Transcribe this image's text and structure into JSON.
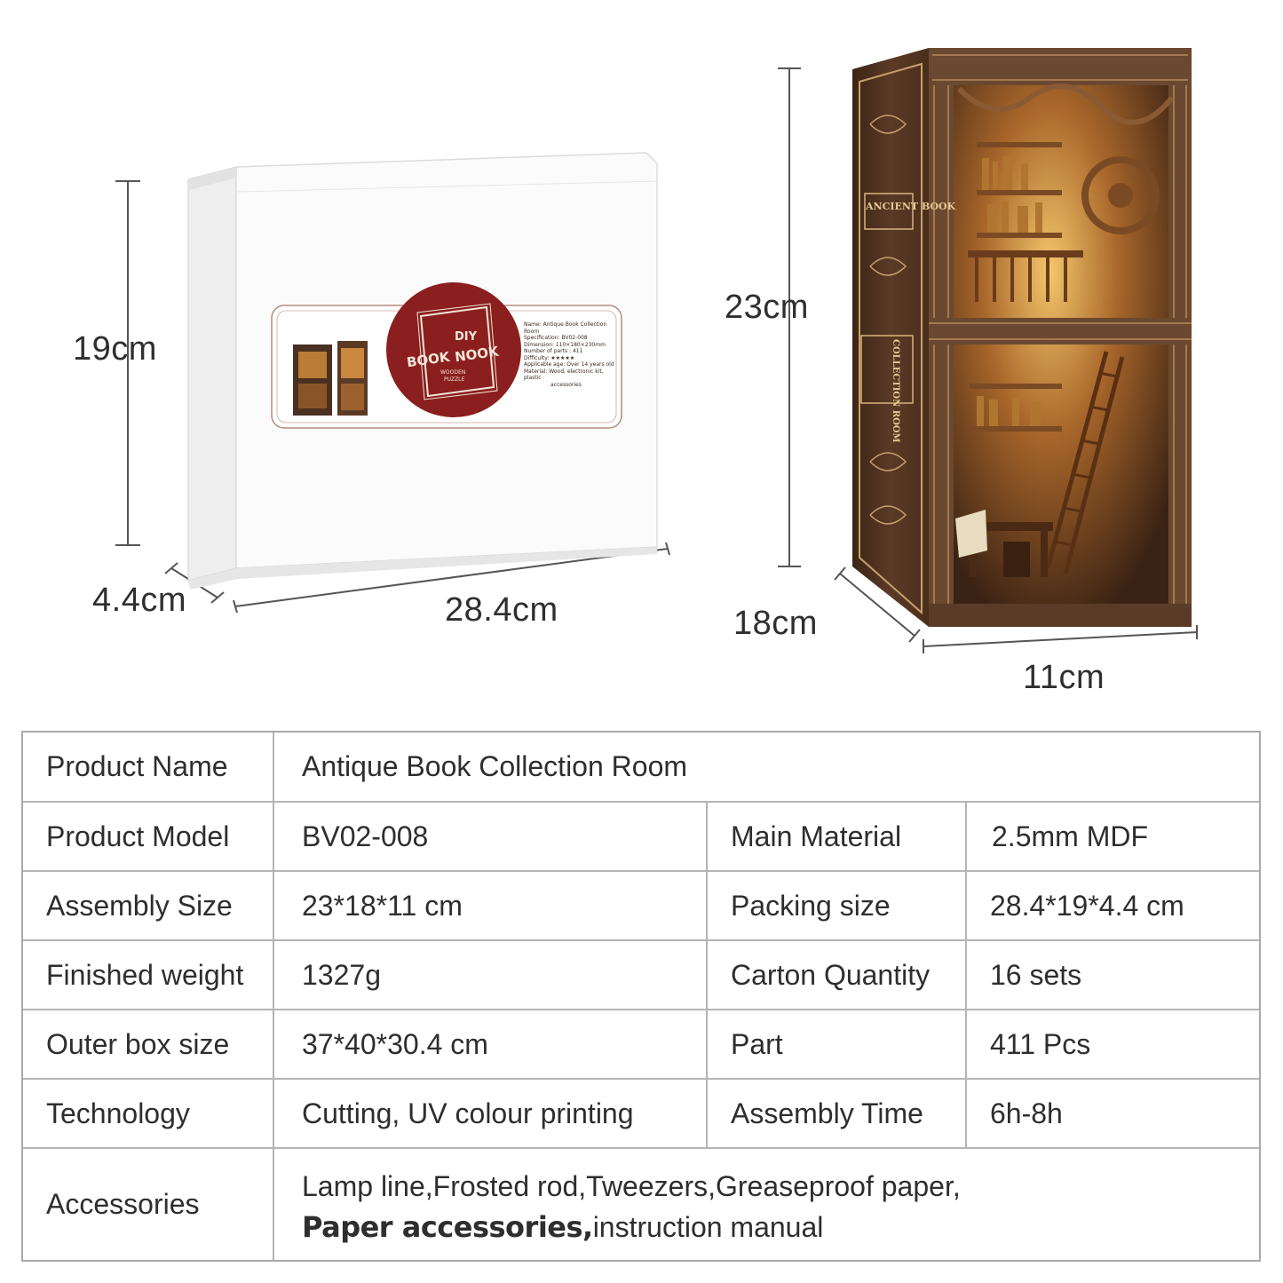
{
  "dimensions": {
    "box_height": "19cm",
    "box_depth": "4.4cm",
    "box_width": "28.4cm",
    "nook_height": "23cm",
    "nook_depth": "18cm",
    "nook_width": "11cm"
  },
  "box_label": {
    "logo_top": "DIY",
    "logo_main_1": "BOOK",
    "logo_main_2": "NOOK",
    "logo_sub_1": "WOODEN",
    "logo_sub_2": "PUZZLE",
    "spec_lines": [
      "Name: Antique Book Collection Room",
      "Specification:  BV02-008",
      "Dimension:  110×180×230mm",
      "Number of parts : 411",
      "Difficulty:  ★★★★★",
      "Applicable age:  Over 14 years old",
      "Material: Wood, electronic kit, plastic",
      "accessories"
    ]
  },
  "nook_labels": {
    "upper": "ANCIENT BOOK",
    "lower": "COLLECTION ROOM"
  },
  "table": {
    "product_name_label": "Product Name",
    "product_name_value": "Antique Book Collection Room",
    "rows": [
      {
        "l1": "Product Model",
        "v1": "BV02-008",
        "l2": "Main Material",
        "v2": "2.5mm MDF"
      },
      {
        "l1": "Assembly Size",
        "v1": "23*18*11 cm",
        "l2": "Packing size",
        "v2": "28.4*19*4.4 cm"
      },
      {
        "l1": "Finished weight",
        "v1": "1327g",
        "l2": "Carton Quantity",
        "v2": "16 sets"
      },
      {
        "l1": "Outer box size",
        "v1": "37*40*30.4 cm",
        "l2": "Part",
        "v2": "411 Pcs"
      },
      {
        "l1": "Technology",
        "v1": "Cutting, UV colour printing",
        "l2": "Assembly Time",
        "v2": "6h-8h"
      }
    ],
    "accessories_label": "Accessories",
    "accessories_line1": "Lamp line,Frosted rod,Tweezers,Greaseproof paper,",
    "accessories_line2_bold": "Paper accessories,",
    "accessories_line2_rest": "instruction manual"
  }
}
